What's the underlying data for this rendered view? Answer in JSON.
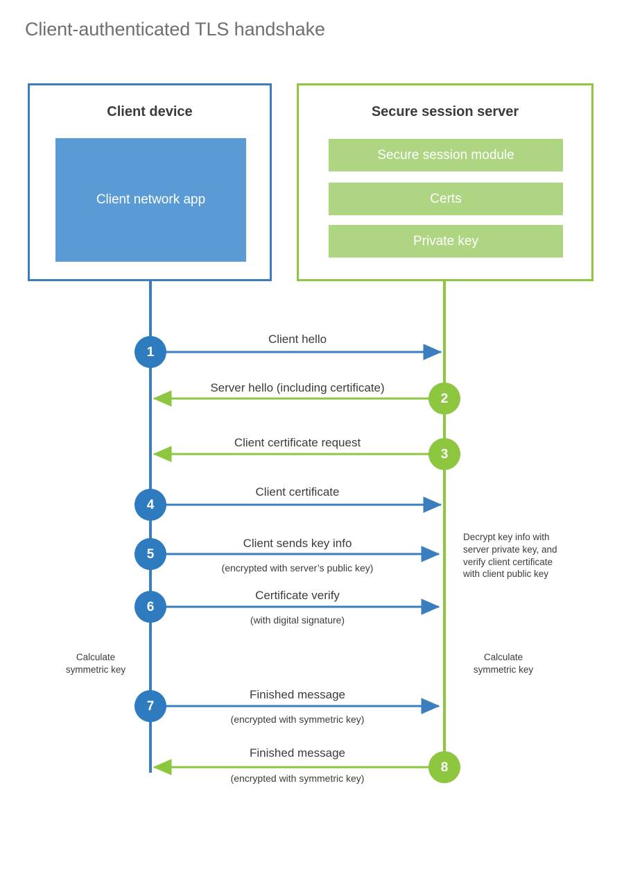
{
  "title": "Client-authenticated TLS handshake",
  "colors": {
    "client_blue": "#3A7EBF",
    "client_app_fill": "#5B9BD5",
    "server_green": "#8DC63F",
    "server_block_fill": "#AED581",
    "text_dark": "#3b3b3b",
    "title_gray": "#6f6f6f"
  },
  "actors": {
    "client": {
      "title": "Client device",
      "blocks": [
        {
          "label": "Client network app"
        }
      ]
    },
    "server": {
      "title": "Secure session server",
      "blocks": [
        {
          "label": "Secure session module"
        },
        {
          "label": "Certs"
        },
        {
          "label": "Private key"
        }
      ]
    }
  },
  "steps": [
    {
      "number": "1",
      "label": "Client hello",
      "sublabel": "",
      "direction": "client-to-server",
      "color": "#3A7EBF"
    },
    {
      "number": "2",
      "label": "Server hello (including certificate)",
      "sublabel": "",
      "direction": "server-to-client",
      "color": "#8DC63F"
    },
    {
      "number": "3",
      "label": "Client certificate request",
      "sublabel": "",
      "direction": "server-to-client",
      "color": "#8DC63F"
    },
    {
      "number": "4",
      "label": "Client certificate",
      "sublabel": "",
      "direction": "client-to-server",
      "color": "#3A7EBF"
    },
    {
      "number": "5",
      "label": "Client sends key info",
      "sublabel": "(encrypted with server’s public key)",
      "direction": "client-to-server",
      "color": "#3A7EBF"
    },
    {
      "number": "6",
      "label": "Certificate verify",
      "sublabel": "(with digital signature)",
      "direction": "client-to-server",
      "color": "#3A7EBF"
    },
    {
      "number": "7",
      "label": "Finished message",
      "sublabel": "(encrypted with symmetric key)",
      "direction": "client-to-server",
      "color": "#3A7EBF"
    },
    {
      "number": "8",
      "label": "Finished message",
      "sublabel": "(encrypted with symmetric key)",
      "direction": "server-to-client",
      "color": "#8DC63F"
    }
  ],
  "annotations": {
    "server_decrypt_note_line1": "Decrypt key info with",
    "server_decrypt_note_line2": "server private key, and",
    "server_decrypt_note_line3": "verify client certificate",
    "server_decrypt_note_line4": "with client public key",
    "client_calc_line1": "Calculate",
    "client_calc_line2": "symmetric key",
    "server_calc_line1": "Calculate",
    "server_calc_line2": "symmetric key"
  }
}
